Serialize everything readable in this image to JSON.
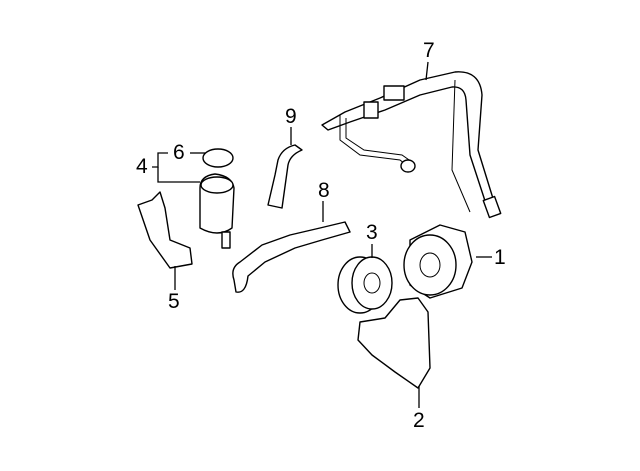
{
  "diagram": {
    "callouts": [
      {
        "number": "1",
        "part": "power-steering-pump"
      },
      {
        "number": "2",
        "part": "pump-bracket"
      },
      {
        "number": "3",
        "part": "pulley"
      },
      {
        "number": "4",
        "part": "reservoir-assembly"
      },
      {
        "number": "5",
        "part": "reservoir-bracket"
      },
      {
        "number": "6",
        "part": "reservoir-cap"
      },
      {
        "number": "7",
        "part": "pressure-hose-assembly"
      },
      {
        "number": "8",
        "part": "return-hose"
      },
      {
        "number": "9",
        "part": "supply-hose"
      }
    ]
  }
}
